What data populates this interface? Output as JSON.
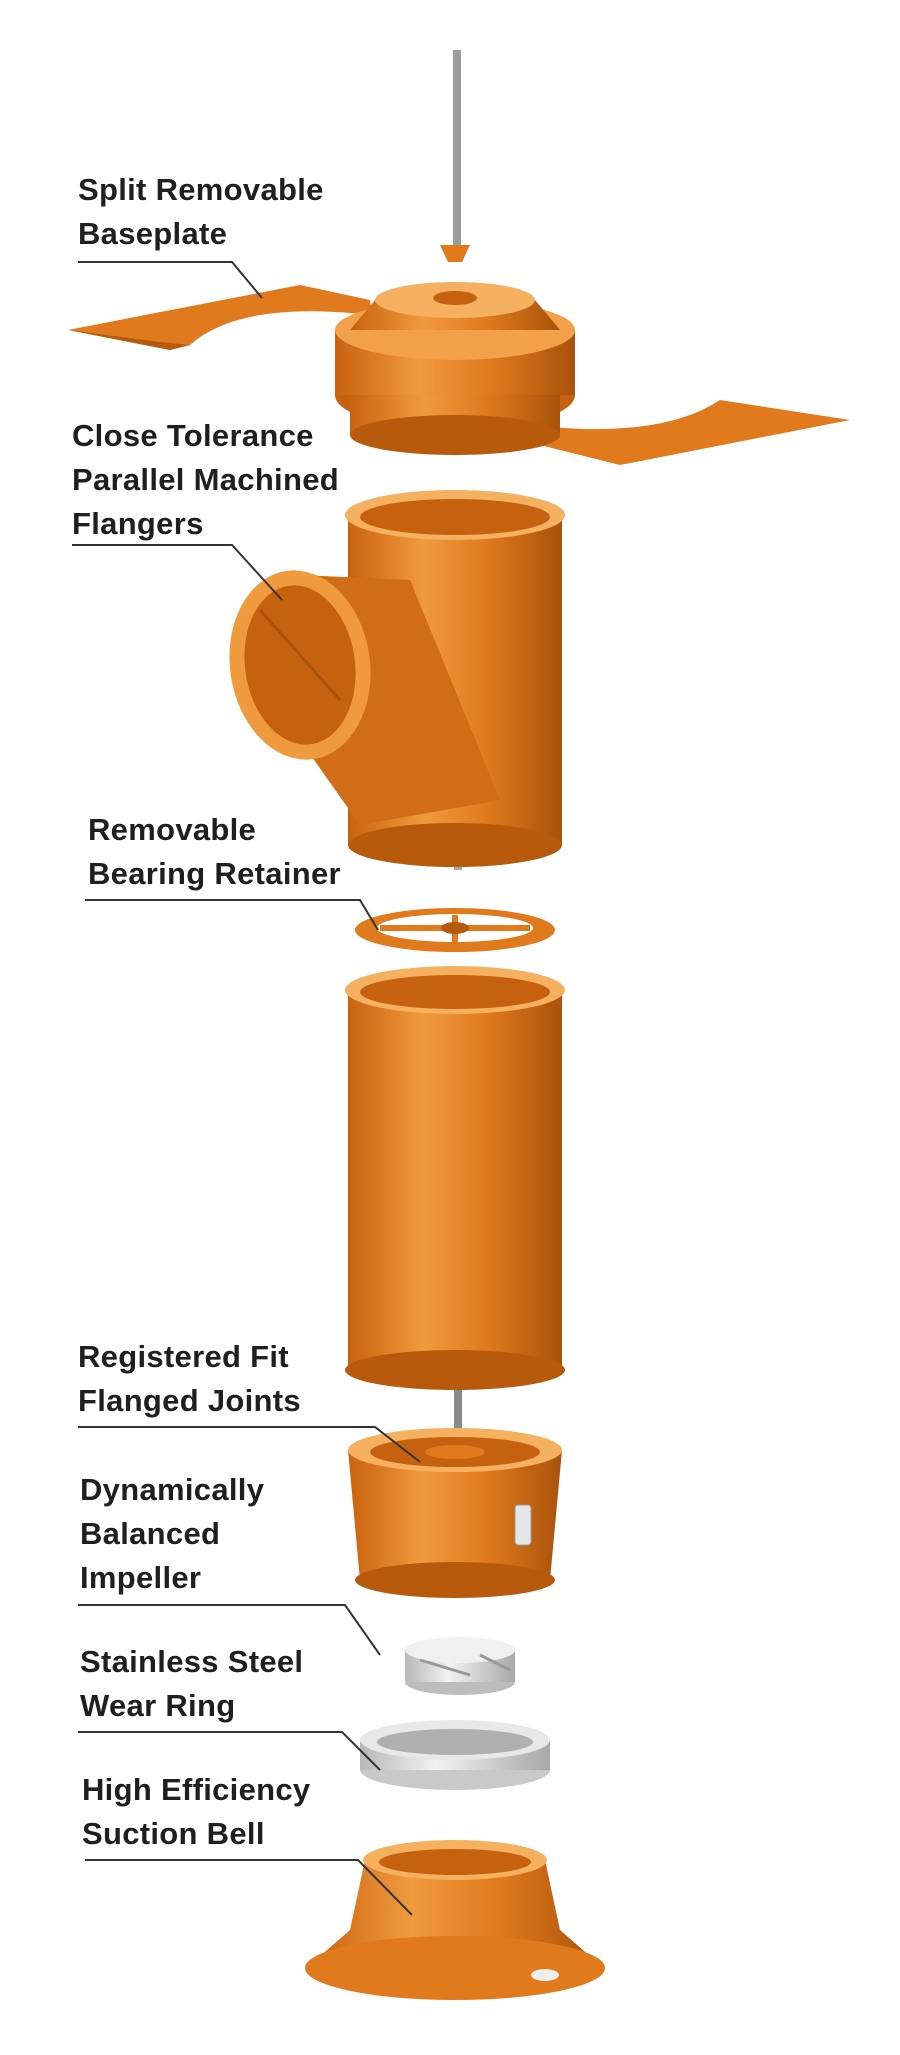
{
  "callouts": [
    {
      "id": "baseplate",
      "lines": [
        "Split Removable",
        "Baseplate"
      ]
    },
    {
      "id": "flangers",
      "lines": [
        "Close Tolerance",
        "Parallel Machined",
        "Flangers"
      ]
    },
    {
      "id": "bearing",
      "lines": [
        "Removable",
        "Bearing Retainer"
      ]
    },
    {
      "id": "joints",
      "lines": [
        "Registered Fit",
        "Flanged Joints"
      ]
    },
    {
      "id": "impeller",
      "lines": [
        "Dynamically",
        "Balanced",
        "Impeller"
      ]
    },
    {
      "id": "wearring",
      "lines": [
        "Stainless Steel",
        "Wear Ring"
      ]
    },
    {
      "id": "bell",
      "lines": [
        "High Efficiency",
        "Suction Bell"
      ]
    }
  ],
  "colors": {
    "orange": "#e07a1c",
    "orange_light": "#f2a04a",
    "orange_dark": "#b85a0c",
    "orange_shadow": "#8f420a",
    "steel": "#d6d6d6",
    "steel_dark": "#9a9a9a",
    "leader": "#333333"
  }
}
